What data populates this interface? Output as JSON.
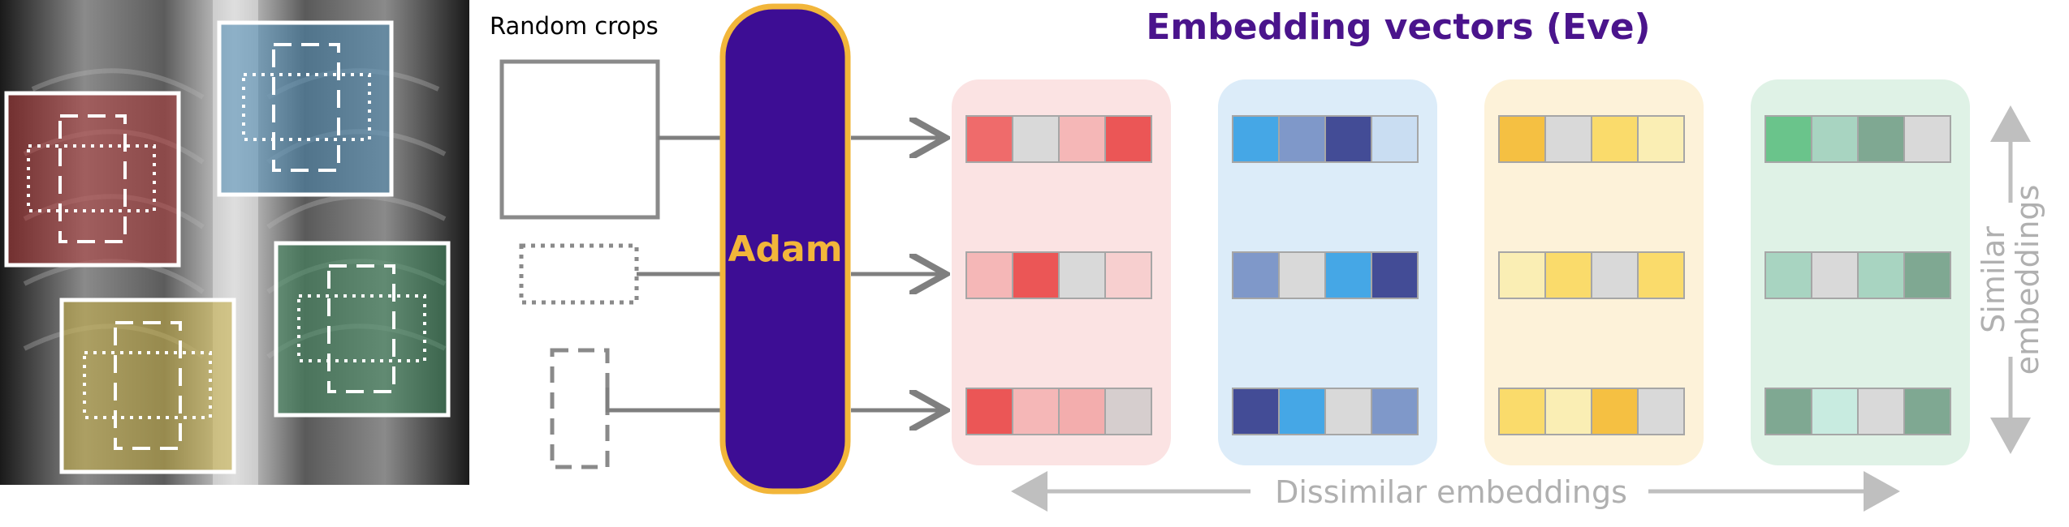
{
  "labels": {
    "random_crops": "Random crops",
    "model": "Adam",
    "title": "Embedding vectors (Eve)",
    "similar_line1": "Similar",
    "similar_line2": "embeddings",
    "dissimilar": "Dissimilar embeddings"
  },
  "colors": {
    "model_fill": "#3d0d94",
    "model_border": "#f2b63a",
    "model_text": "#f2b63a",
    "title_text": "#4a148c",
    "arrow": "#7f7f7f",
    "axis_arrow": "#bfbfbf",
    "axis_text": "#b0b0b0"
  },
  "regions": [
    {
      "name": "red",
      "tint": "#b33a3a"
    },
    {
      "name": "blue",
      "tint": "#4a8ab5"
    },
    {
      "name": "yellow",
      "tint": "#c8b043"
    },
    {
      "name": "green",
      "tint": "#3f8a5e"
    }
  ],
  "groups": [
    {
      "name": "red",
      "background": "#fbe3e3",
      "rows": [
        [
          "#ef6b6b",
          "#d9d9d9",
          "#f5b7b7",
          "#eb5656"
        ],
        [
          "#f5b7b7",
          "#eb5656",
          "#d9d9d9",
          "#f7cfcf"
        ],
        [
          "#eb5656",
          "#f5b7b7",
          "#f3adad",
          "#d6cece"
        ]
      ]
    },
    {
      "name": "blue",
      "background": "#dcecf9",
      "rows": [
        [
          "#45a7e6",
          "#7f98c9",
          "#434c96",
          "#c9ddf2"
        ],
        [
          "#7f98c9",
          "#d9d9d9",
          "#45a7e6",
          "#434c96"
        ],
        [
          "#434c96",
          "#45a7e6",
          "#d9d9d9",
          "#7f98c9"
        ]
      ]
    },
    {
      "name": "yellow",
      "background": "#fdf2d9",
      "rows": [
        [
          "#f5c042",
          "#d9d9d9",
          "#fadb6b",
          "#faeeb4"
        ],
        [
          "#faeeb4",
          "#fadb6b",
          "#d9d9d9",
          "#fadb6b"
        ],
        [
          "#fadb6b",
          "#faeeb4",
          "#f5c042",
          "#d9d9d9"
        ]
      ]
    },
    {
      "name": "green",
      "background": "#dff2e6",
      "rows": [
        [
          "#6ac48b",
          "#a8d4c1",
          "#7fa892",
          "#d9d9d9"
        ],
        [
          "#a8d4c1",
          "#d9d9d9",
          "#a8d4c1",
          "#7fa892"
        ],
        [
          "#7fa892",
          "#c8ebe0",
          "#d9d9d9",
          "#7fa892"
        ]
      ]
    }
  ]
}
